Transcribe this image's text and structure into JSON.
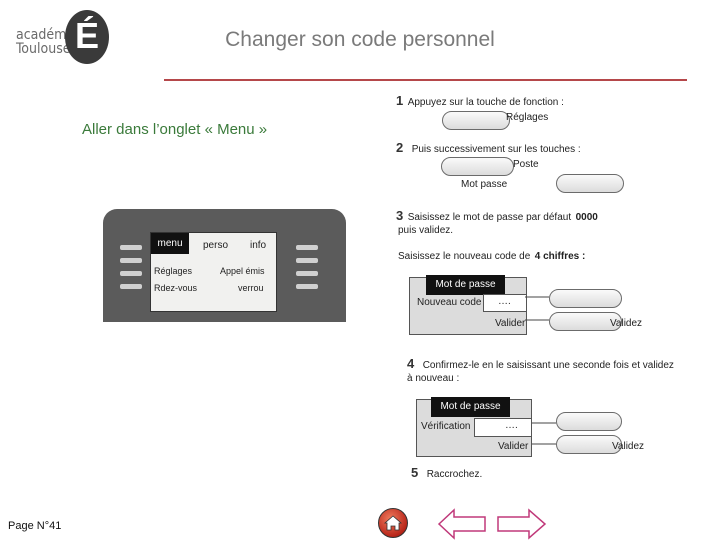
{
  "header": {
    "title": "Changer son code personnel",
    "logo_text_line1": "académie",
    "logo_text_line2": "Toulouse",
    "logo_letter": "É"
  },
  "left": {
    "instruction": "Aller dans l’onglet « Menu »",
    "phone": {
      "tabs": [
        "menu",
        "perso",
        "info"
      ],
      "row1_left": "Réglages",
      "row1_right": "Appel émis",
      "row2_left": "Rdez-vous",
      "row2_right": "verrou"
    }
  },
  "steps": {
    "s1_num": "1",
    "s1_text": "Appuyez sur la touche de fonction :",
    "s1_key": "Réglages",
    "s2_num": "2",
    "s2_text": "Puis successivement sur les touches :",
    "s2_key1": "Poste",
    "s2_key2": "Mot passe",
    "s3_num": "3",
    "s3_text_a": "Saisissez le mot de passe par défaut",
    "s3_code": "0000",
    "s3_text_b": "puis validez.",
    "s3_new_a": "Saisissez le nouveau code de",
    "s3_new_b": "4 chiffres :",
    "s4_num": "4",
    "s4_text_a": "Confirmez-le en le saisissant une seconde fois et validez",
    "s4_text_b": "à nouveau :",
    "s5_num": "5",
    "s5_text": "Raccrochez."
  },
  "screen1": {
    "header": "Mot  de passe",
    "field_label": "Nouveau code",
    "field_value": "….",
    "action": "Valider",
    "side_label": "Validez"
  },
  "screen2": {
    "header": "Mot  de passe",
    "field_label": "Vérification",
    "field_value": "….",
    "action": "Valider",
    "side_label": "Validez"
  },
  "footer": {
    "page_label": "Page N°41"
  },
  "colors": {
    "rule": "#b5474a",
    "arrow": "#c0397a",
    "home": "#b8261a"
  }
}
